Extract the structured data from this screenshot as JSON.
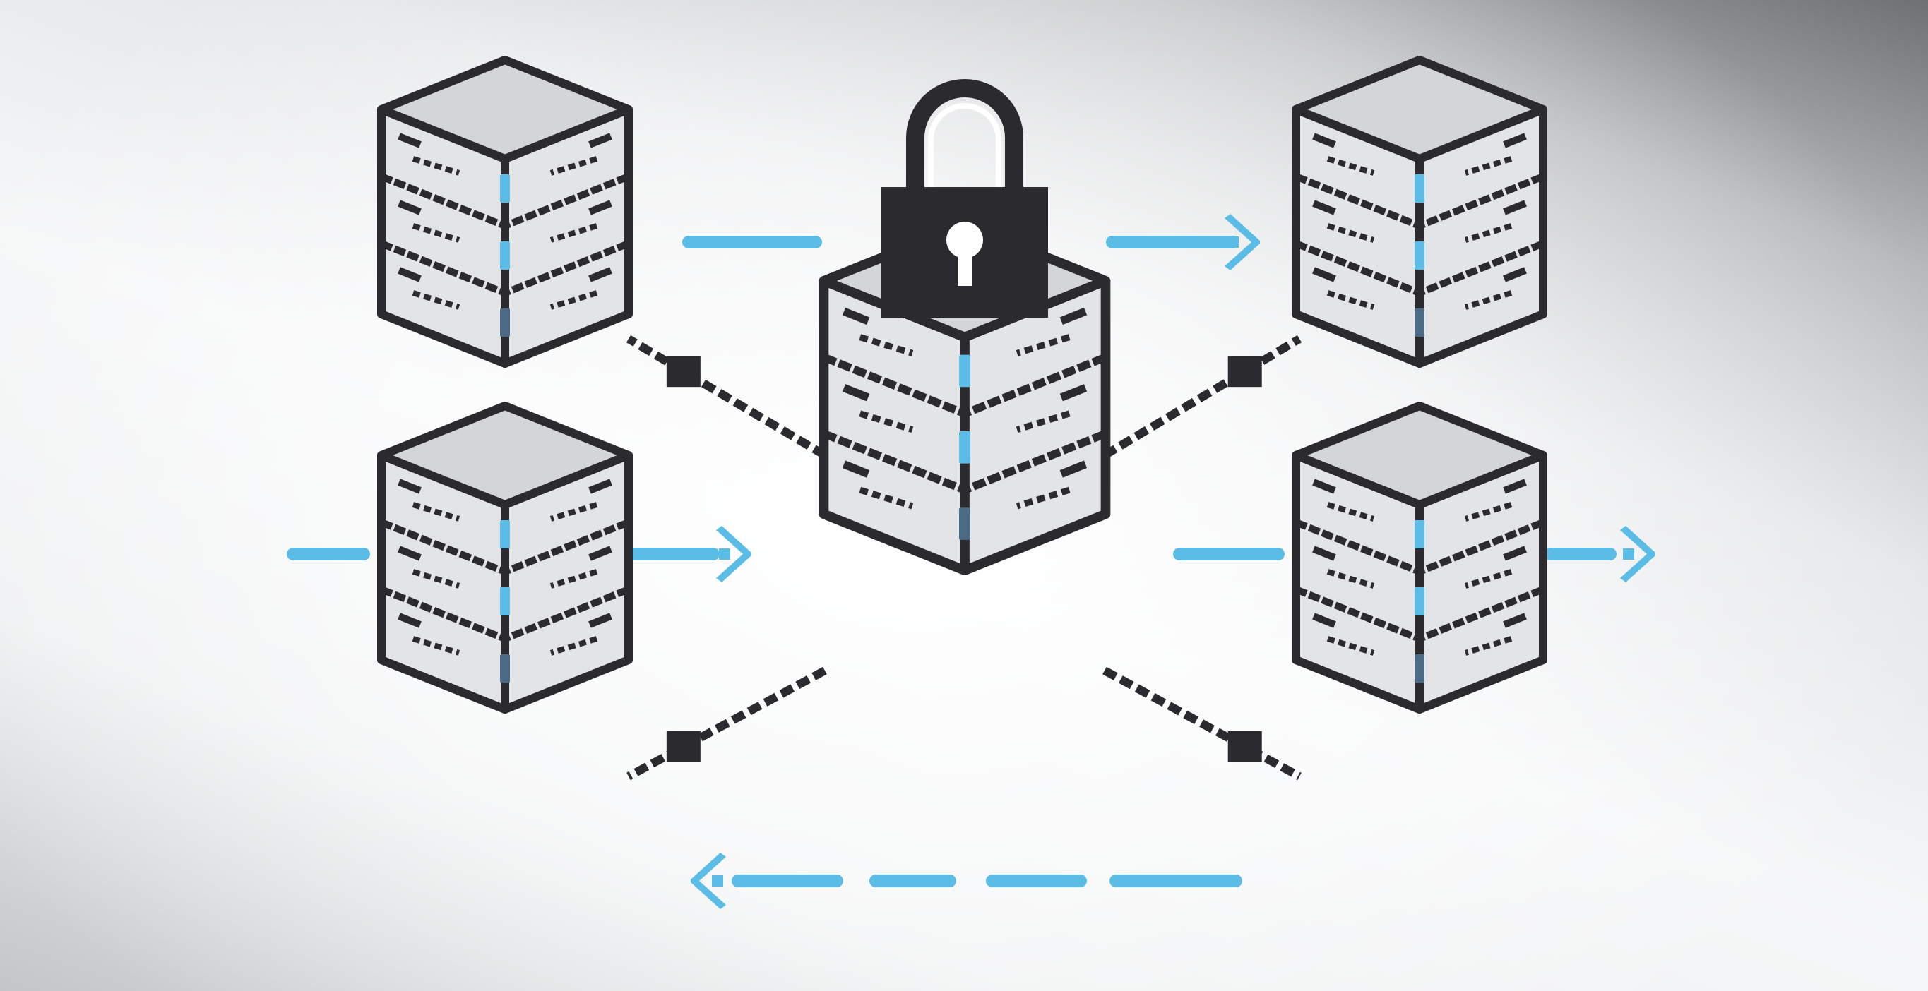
{
  "colors": {
    "outline": "#2b2b2f",
    "face_top": "#d4d5d7",
    "face_side": "#e3e4e6",
    "accent": "#5bbce6",
    "slot_dark": "#4a6a85",
    "lock_body": "#2b2b2f",
    "keyhole": "#ffffff",
    "background": "#f4f5f6"
  },
  "nodes": [
    {
      "id": "top-left",
      "role": "server"
    },
    {
      "id": "top-right",
      "role": "server"
    },
    {
      "id": "center",
      "role": "hub-server"
    },
    {
      "id": "bottom-left",
      "role": "server"
    },
    {
      "id": "bottom-right",
      "role": "server"
    }
  ],
  "lock": {
    "icon": "padlock-icon"
  },
  "edges": [
    {
      "from": "center",
      "to": "top-left",
      "style": "pixel-link"
    },
    {
      "from": "center",
      "to": "top-right",
      "style": "pixel-link"
    },
    {
      "from": "center",
      "to": "bottom-left",
      "style": "pixel-link"
    },
    {
      "from": "center",
      "to": "bottom-right",
      "style": "pixel-link"
    }
  ],
  "flows": [
    {
      "id": "top-left-to-top-right",
      "direction": "right",
      "style": "dashed",
      "via": "lock"
    },
    {
      "id": "top-left-to-bottom-left",
      "direction": "down",
      "style": "solid"
    },
    {
      "id": "left-incoming-to-center",
      "direction": "right",
      "style": "dashed"
    },
    {
      "id": "center-outgoing-right",
      "direction": "right",
      "style": "dashed"
    },
    {
      "id": "bottom-right-to-top-right",
      "direction": "up",
      "style": "solid"
    },
    {
      "id": "bottom-right-to-bottom-left",
      "direction": "left",
      "style": "dashed"
    }
  ]
}
